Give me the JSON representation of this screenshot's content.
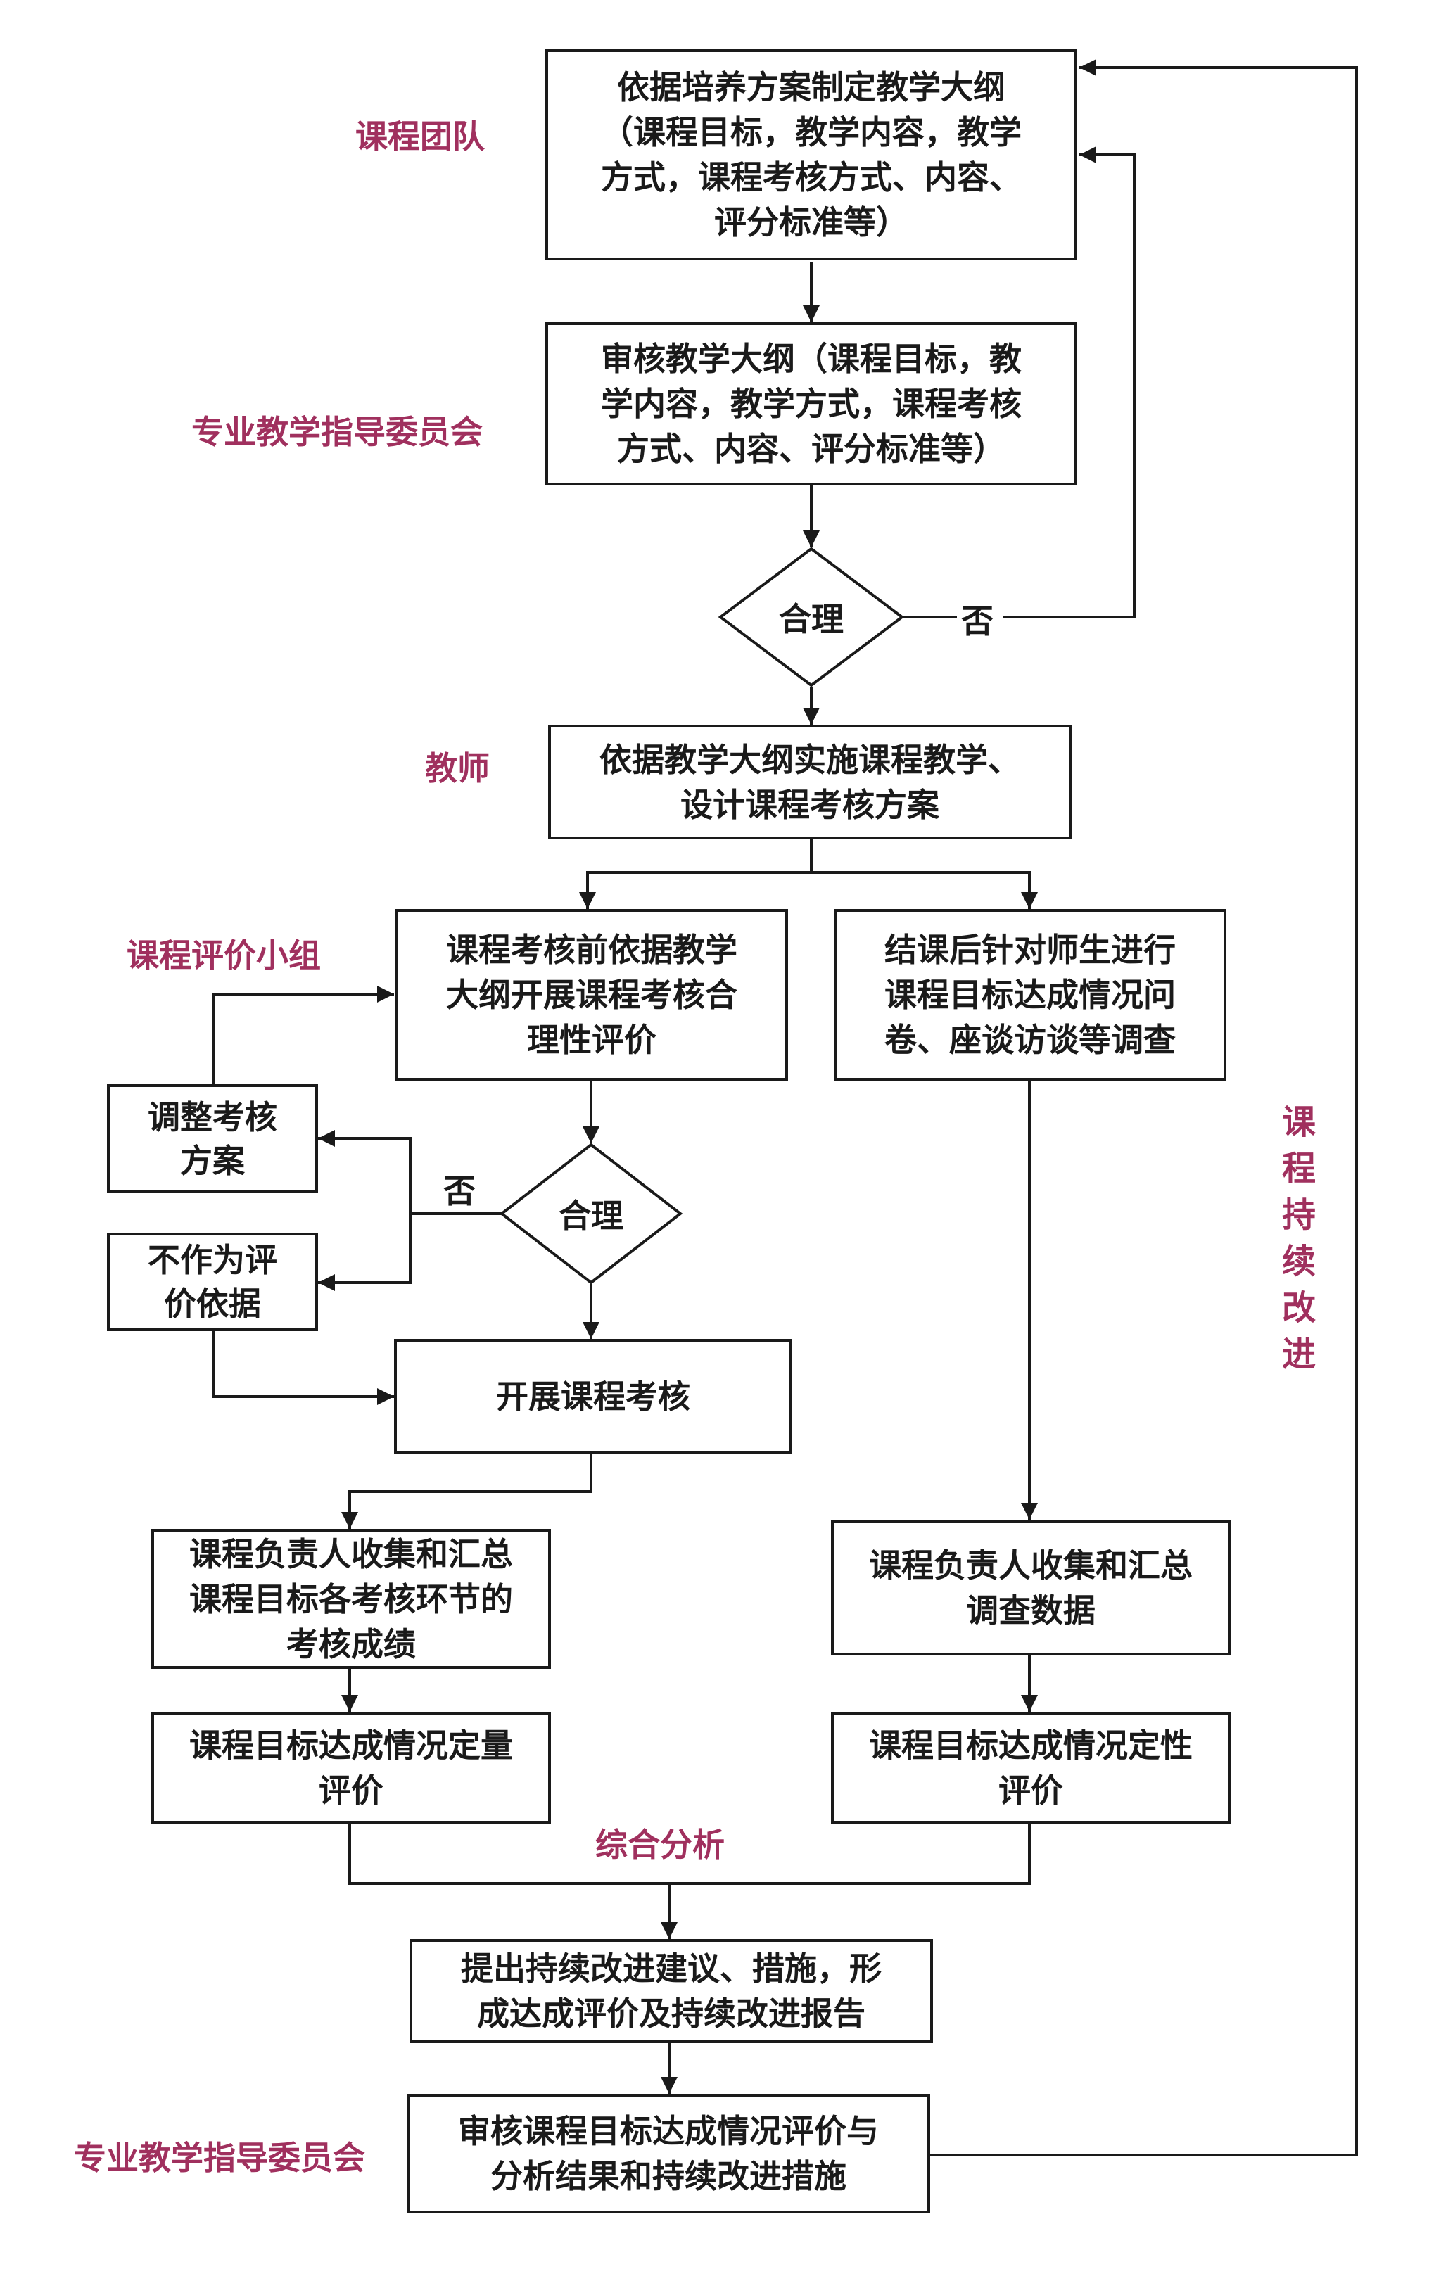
{
  "colors": {
    "role_text": "#a0305e",
    "stroke": "#1a1a1a"
  },
  "roles": {
    "course_team": "课程团队",
    "committee_1": "专业教学指导委员会",
    "teacher": "教师",
    "eval_group": "课程评价小组",
    "synthesis": "综合分析",
    "committee_2": "专业教学指导委员会",
    "continuous_improvement": "课程持续改进"
  },
  "nodes": {
    "formulate_syllabus": "依据培养方案制定教学大纲\n（课程目标，教学内容，教学\n方式，课程考核方式、内容、\n评分标准等）",
    "review_syllabus": "审核教学大纲（课程目标，教\n学内容，教学方式，课程考核\n方式、内容、评分标准等）",
    "decision_1": "合理",
    "decision_1_no": "否",
    "implement_teaching": "依据教学大纲实施课程教学、\n设计课程考核方案",
    "pre_assessment_eval": "课程考核前依据教学\n大纲开展课程考核合\n理性评价",
    "survey": "结课后针对师生进行\n课程目标达成情况问\n卷、座谈访谈等调查",
    "adjust_plan": "调整考核\n方案",
    "not_basis": "不作为评\n价依据",
    "decision_2": "合理",
    "decision_2_no": "否",
    "conduct_assessment": "开展课程考核",
    "collect_scores": "课程负责人收集和汇总\n课程目标各考核环节的\n考核成绩",
    "collect_survey": "课程负责人收集和汇总\n调查数据",
    "quantitative_eval": "课程目标达成情况定量\n评价",
    "qualitative_eval": "课程目标达成情况定性\n评价",
    "propose_improvements": "提出持续改进建议、措施，形\n成达成评价及持续改进报告",
    "review_results": "审核课程目标达成情况评价与\n分析结果和持续改进措施"
  }
}
